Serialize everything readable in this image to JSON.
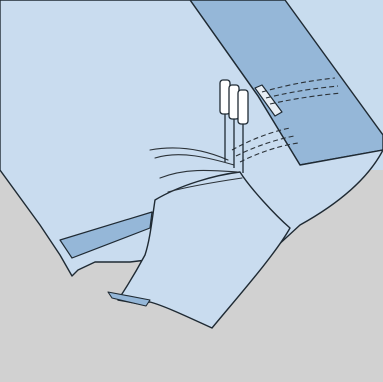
{
  "illustration": {
    "subject": "triple-needle-sewing-over-fabric",
    "colors": {
      "background_top": "#c8dcee",
      "background_bottom": "#d1d1d1",
      "fabric": "#c9dcef",
      "fabric_fold": "#95b7d8",
      "outline": "#1f2a33",
      "stitch": "#2b3238",
      "needle": "#ffffff"
    },
    "needle_count": 3,
    "stitch_rows": 3
  }
}
